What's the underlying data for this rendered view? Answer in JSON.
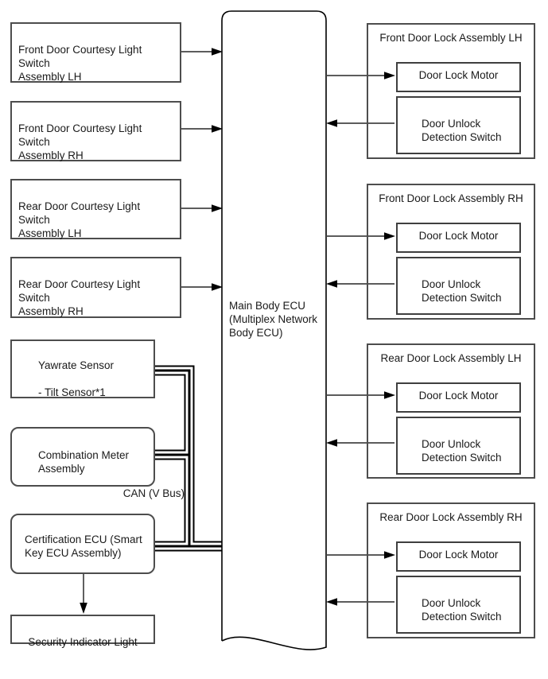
{
  "courtesy_switches": [
    {
      "label": "Front Door Courtesy Light Switch\nAssembly LH"
    },
    {
      "label": "Front Door Courtesy Light Switch\nAssembly RH"
    },
    {
      "label": "Rear Door Courtesy Light Switch\nAssembly LH"
    },
    {
      "label": "Rear Door Courtesy Light Switch\nAssembly RH"
    }
  ],
  "main_ecu": {
    "label": "Main Body ECU\n(Multiplex Network\nBody ECU)"
  },
  "can_bus": {
    "label": "CAN (V Bus)"
  },
  "yawrate_sensor": {
    "label": "Yawrate Sensor\n\n- Tilt Sensor*1"
  },
  "combination_meter": {
    "label": "Combination Meter\nAssembly"
  },
  "certification_ecu": {
    "label": "Certification ECU (Smart\nKey ECU Assembly)"
  },
  "security_indicator": {
    "label": "Security Indicator Light"
  },
  "lock_assemblies": [
    {
      "title": "Front Door Lock Assembly LH",
      "motor": "Door Lock Motor",
      "unlock_switch": "Door Unlock\nDetection Switch"
    },
    {
      "title": "Front Door Lock Assembly RH",
      "motor": "Door Lock Motor",
      "unlock_switch": "Door Unlock\nDetection Switch"
    },
    {
      "title": "Rear Door Lock Assembly LH",
      "motor": "Door Lock Motor",
      "unlock_switch": "Door Unlock\nDetection Switch"
    },
    {
      "title": "Rear Door Lock Assembly RH",
      "motor": "Door Lock Motor",
      "unlock_switch": "Door Unlock\nDetection Switch"
    }
  ],
  "colors": {
    "background": "#ffffff",
    "box_border": "#4d4d4d",
    "line": "#000000",
    "text": "#1a1a1a"
  }
}
